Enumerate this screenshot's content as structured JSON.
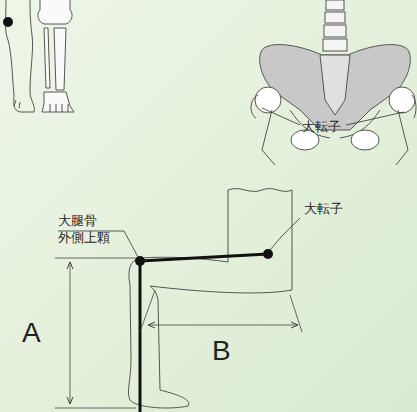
{
  "diagram": {
    "labels": [
      "大転子",
      "大腿骨 外側上顆",
      "大転子",
      "A",
      "B"
    ]
  }
}
